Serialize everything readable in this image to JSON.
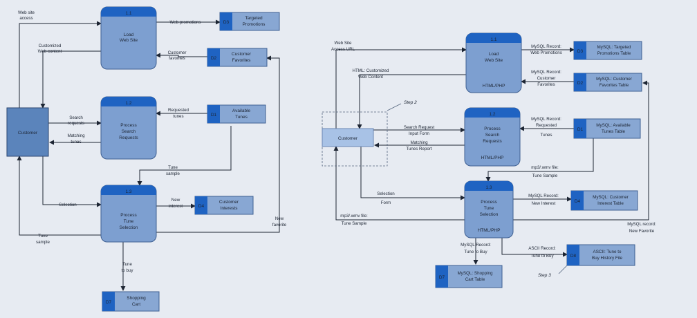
{
  "left": {
    "customer": "Customer",
    "processes": [
      {
        "num": "1.1",
        "l1": "Load",
        "l2": "Web Site",
        "l3": ""
      },
      {
        "num": "1.2",
        "l1": "Process",
        "l2": "Search",
        "l3": "Requests"
      },
      {
        "num": "1.3",
        "l1": "Process",
        "l2": "Tune",
        "l3": "Selection"
      }
    ],
    "stores": [
      {
        "id": "D3",
        "l1": "Targeted",
        "l2": "Promotions"
      },
      {
        "id": "D2",
        "l1": "Customer",
        "l2": "Favorites"
      },
      {
        "id": "D1",
        "l1": "Available",
        "l2": "Tunes"
      },
      {
        "id": "D4",
        "l1": "Customer",
        "l2": "Interests"
      },
      {
        "id": "D7",
        "l1": "Shopping",
        "l2": "Cart"
      }
    ],
    "flows": {
      "web_site_access": [
        "Web site",
        "access"
      ],
      "customized_web_content": [
        "Customized",
        "Web content"
      ],
      "web_promotions": "Web promotions",
      "customer_favorites": [
        "Customer",
        "favorites"
      ],
      "search_requests": [
        "Search",
        "requests"
      ],
      "matching_tunes": [
        "Matching",
        "tunes"
      ],
      "requested_tunes": [
        "Requested",
        "tunes"
      ],
      "tune_sample": [
        "Tune",
        "sample"
      ],
      "selection": "Selection",
      "new_interest": [
        "New",
        "interest"
      ],
      "new_favorite": [
        "New",
        "favorite"
      ],
      "tune_sample_out": [
        "Tune",
        "sample"
      ],
      "tune_to_buy": [
        "Tune",
        "to buy"
      ]
    }
  },
  "right": {
    "customer": "Customer",
    "step2": "Step 2",
    "step3": "Step 3",
    "processes": [
      {
        "num": "1.1",
        "l1": "Load",
        "l2": "Web Site",
        "l3": "",
        "tech": "HTML/PHP"
      },
      {
        "num": "1.2",
        "l1": "Process",
        "l2": "Search",
        "l3": "Requests",
        "tech": "HTML/PHP"
      },
      {
        "num": "1.3",
        "l1": "Process",
        "l2": "Tune",
        "l3": "Selection",
        "tech": "HTML/PHP"
      }
    ],
    "stores": [
      {
        "id": "D3",
        "l1": "MySQL: Targeted",
        "l2": "Promotions Table"
      },
      {
        "id": "D2",
        "l1": "MySQL: Customer",
        "l2": "Favorites Table"
      },
      {
        "id": "D1",
        "l1": "MySQL: Available",
        "l2": "Tunes Table"
      },
      {
        "id": "D4",
        "l1": "MySQL: Customer",
        "l2": "Interest Table"
      },
      {
        "id": "D7",
        "l1": "MySQL: Shopping",
        "l2": "Cart Table"
      },
      {
        "id": "D8",
        "l1": "ASCII: Tune to",
        "l2": "Buy History File"
      }
    ],
    "flows": {
      "web_site_access_url": [
        "Web Site",
        "Access URL"
      ],
      "html_customized": [
        "HTML: Customized",
        "Web Content"
      ],
      "mysql_web_promotions": [
        "MySQL Record:",
        "Web Promotions"
      ],
      "mysql_customer_favorites": [
        "MySQL Record:",
        "Customer",
        "Favorites"
      ],
      "search_request_form": [
        "Search Request",
        "Input Form"
      ],
      "matching_tunes_report": [
        "Matching",
        "Tunes Report"
      ],
      "mysql_requested_tunes": [
        "MySQL Record:",
        "Requested",
        "Tunes"
      ],
      "mp3_tune_sample_top": [
        "mp3/.wmv file:",
        "Tune Sample"
      ],
      "selection_form": [
        "Selection",
        "Form"
      ],
      "mysql_new_interest": [
        "MySQL Record:",
        "New Interest"
      ],
      "mp3_tune_sample": [
        "mp3/.wmv file:",
        "Tune Sample"
      ],
      "mysql_new_favorite": [
        "MySQL record:",
        "New Favorite"
      ],
      "mysql_tune_to_buy": [
        "MySQL Record:",
        "Tune to Buy"
      ],
      "ascii_tune_to_buy": [
        "ASCII Record:",
        "Tune to Buy"
      ]
    }
  },
  "colors": {
    "background": "#e7ebf2",
    "process_fill": "#7d9fd0",
    "process_header": "#1f63c2",
    "store_fill": "#88a7d3",
    "store_id": "#1f63c2",
    "entity_fill": "#5b84bb",
    "entity_fill_right": "#a8c2e6",
    "line": "#1d2533"
  }
}
